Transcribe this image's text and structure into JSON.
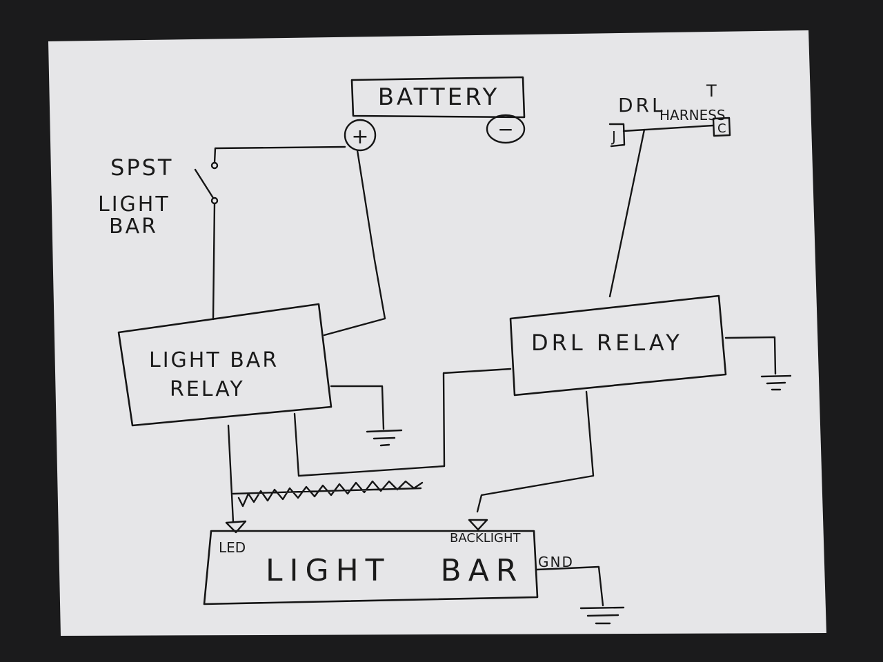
{
  "colors": {
    "paper": "#e6e6e8",
    "background": "#1b1b1c",
    "ink": "#151515"
  },
  "labels": {
    "battery": "BATTERY",
    "battery_positive": "+",
    "battery_negative": "−",
    "switch_line1": "SPST",
    "switch_line2": "LIGHT",
    "switch_line3": "BAR",
    "drc_harness_line1": "DRL",
    "drc_harness_line2": "HARNESS",
    "harness_right_connector": "C",
    "harness_left_connector": "J",
    "harness_top_mark": "T",
    "light_bar_relay_line1": "LIGHT BAR",
    "light_bar_relay_line2": "RELAY",
    "drl_relay": "DRL RELAY",
    "light_bar": "LIGHT   BAR",
    "led": "LED",
    "backlight": "BACKLIGHT",
    "gnd": "GND"
  }
}
